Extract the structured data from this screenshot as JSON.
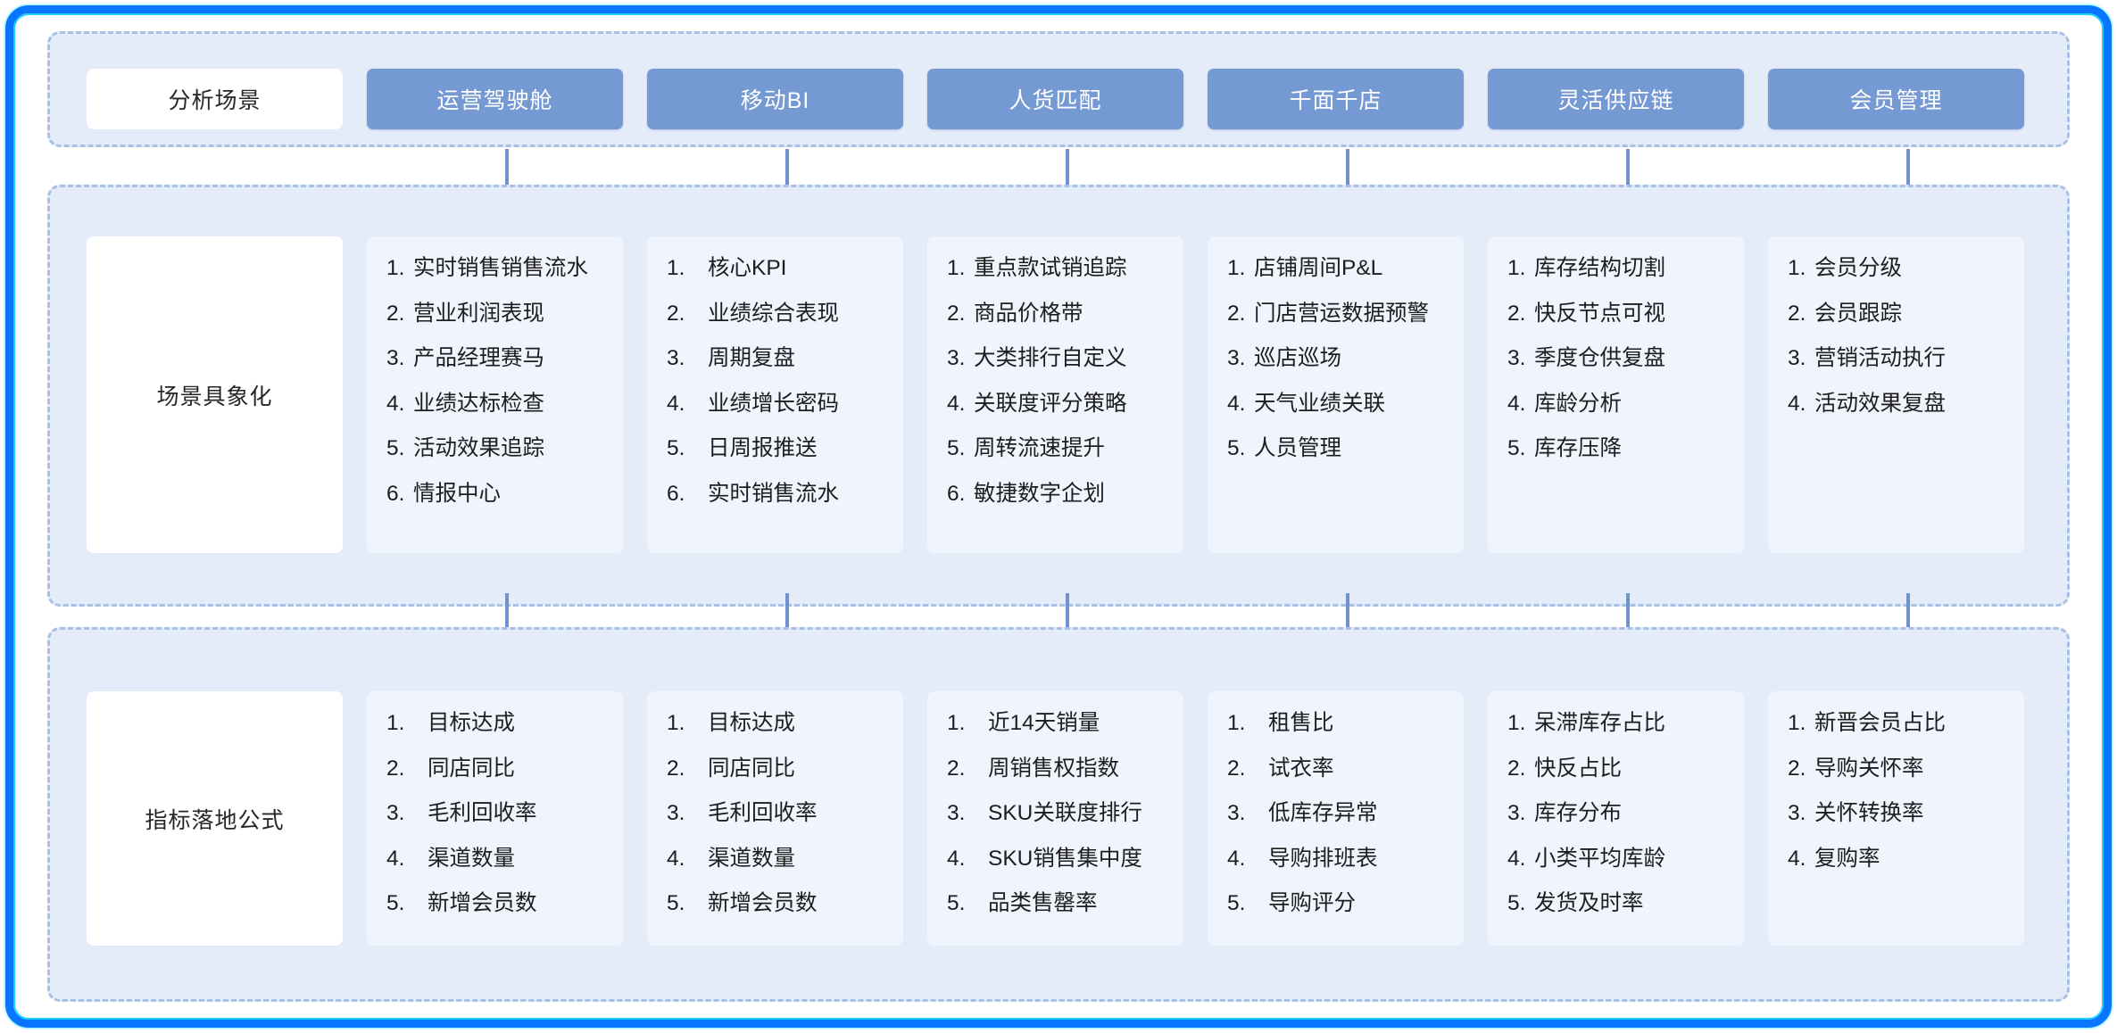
{
  "theme": {
    "frame_border": "#0a76ff",
    "frame_glow": "#19d2ff",
    "section_bg": "#e4ecfa",
    "section_border": "#a9c0e4",
    "scene_button_bg": "#7599d2",
    "scene_button_text": "#ffffff",
    "card_bg": "#eff4fd",
    "label_card_bg": "#ffffff",
    "arrow": "#6f94cd",
    "text": "#1d1d1d"
  },
  "rows": {
    "scenes": {
      "label": "分析场景",
      "buttons": [
        "运营驾驶舱",
        "移动BI",
        "人货匹配",
        "千面千店",
        "灵活供应链",
        "会员管理"
      ]
    },
    "concrete": {
      "label": "场景具象化",
      "cards": [
        {
          "items": [
            "实时销售销售流水",
            "营业利润表现",
            "产品经理赛马",
            "业绩达标检查",
            "活动效果追踪",
            "情报中心"
          ]
        },
        {
          "items": [
            "核心KPI",
            "业绩综合表现",
            "周期复盘",
            "业绩增长密码",
            "日周报推送",
            "实时销售流水"
          ]
        },
        {
          "items": [
            "重点款试销追踪",
            "商品价格带",
            "大类排行自定义",
            "关联度评分策略",
            "周转流速提升",
            "敏捷数字企划"
          ]
        },
        {
          "items": [
            "店铺周间P&L",
            "门店营运数据预警",
            "巡店巡场",
            "天气业绩关联",
            "人员管理"
          ]
        },
        {
          "items": [
            "库存结构切割",
            "快反节点可视",
            "季度仓供复盘",
            "库龄分析",
            "库存压降"
          ]
        },
        {
          "items": [
            "会员分级",
            "会员跟踪",
            "营销活动执行",
            "活动效果复盘"
          ]
        }
      ]
    },
    "formula": {
      "label": "指标落地公式",
      "cards": [
        {
          "items": [
            "目标达成",
            "同店同比",
            "毛利回收率",
            "渠道数量",
            "新增会员数"
          ]
        },
        {
          "items": [
            "目标达成",
            "同店同比",
            "毛利回收率",
            "渠道数量",
            "新增会员数"
          ]
        },
        {
          "items": [
            "近14天销量",
            "周销售权指数",
            "SKU关联度排行",
            "SKU销售集中度",
            "品类售罄率"
          ]
        },
        {
          "items": [
            "租售比",
            "试衣率",
            "低库存异常",
            "导购排班表",
            "导购评分"
          ]
        },
        {
          "items": [
            "呆滞库存占比",
            "快反占比",
            "库存分布",
            "小类平均库龄",
            "发货及时率"
          ]
        },
        {
          "items": [
            "新晋会员占比",
            "导购关怀率",
            "关怀转换率",
            "复购率"
          ]
        }
      ]
    }
  },
  "arrows": {
    "count_per_row": 6,
    "direction": "down"
  }
}
